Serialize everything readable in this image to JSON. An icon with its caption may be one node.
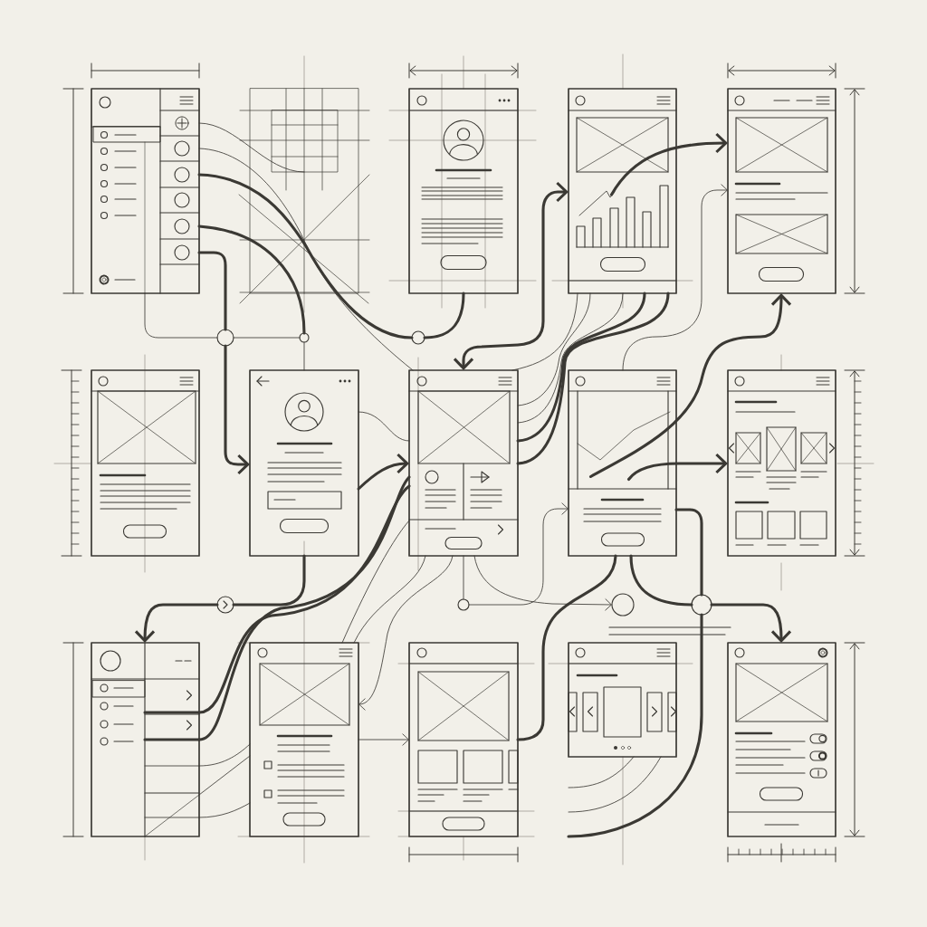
{
  "diagram": {
    "nodes": [
      {
        "text": [],
        "shape": "box"
      },
      {
        "text": [],
        "shape": "box"
      },
      {
        "text": [],
        "shape": "box"
      },
      {
        "text": [],
        "shape": "box"
      },
      {
        "text": [],
        "shape": "circle"
      },
      {
        "text": [],
        "shape": "circle"
      },
      {
        "text": [],
        "shape": "circle"
      },
      {
        "text": [],
        "shape": "box"
      },
      {
        "text": [],
        "shape": "box"
      },
      {
        "text": [],
        "shape": "box"
      },
      {
        "text": [],
        "shape": "box"
      },
      {
        "text": [],
        "shape": "box"
      },
      {
        "text": [],
        "shape": "circle"
      },
      {
        "text": [],
        "shape": "circle"
      },
      {
        "text": [],
        "shape": "circle"
      },
      {
        "text": [],
        "shape": "circle"
      },
      {
        "text": [],
        "shape": "box"
      },
      {
        "text": [],
        "shape": "box"
      },
      {
        "text": [],
        "shape": "box"
      },
      {
        "text": [],
        "shape": "box"
      },
      {
        "text": [],
        "shape": "box"
      }
    ],
    "edges": [
      {
        "from": 0,
        "to": 4,
        "arrow": "none",
        "style": "thick"
      },
      {
        "from": 4,
        "to": 8,
        "arrow": "to",
        "style": "thick"
      },
      {
        "from": 0,
        "to": 6,
        "arrow": "none",
        "style": "thick"
      },
      {
        "from": 6,
        "to": 1,
        "arrow": "none",
        "style": "thick"
      },
      {
        "from": 0,
        "to": 5,
        "arrow": "none",
        "style": "thick"
      },
      {
        "from": 0,
        "to": 4,
        "arrow": "none"
      },
      {
        "from": 4,
        "to": 5,
        "arrow": "none"
      },
      {
        "from": 5,
        "to": 8,
        "arrow": "none"
      },
      {
        "from": 0,
        "to": 9,
        "arrow": "none"
      },
      {
        "from": 0,
        "to": null,
        "arrow": "none"
      },
      {
        "from": 9,
        "to": 2,
        "arrow": "both",
        "style": "thick"
      },
      {
        "from": 2,
        "to": 3,
        "arrow": "to",
        "style": "thick"
      },
      {
        "from": 10,
        "to": 3,
        "arrow": "to"
      },
      {
        "from": 10,
        "to": 3,
        "arrow": "to",
        "style": "thick"
      },
      {
        "from": 10,
        "to": 11,
        "arrow": "to",
        "style": "thick"
      },
      {
        "from": 9,
        "to": 13,
        "arrow": "none"
      },
      {
        "from": 13,
        "to": 10,
        "arrow": "to"
      },
      {
        "from": 9,
        "to": 14,
        "arrow": "to"
      },
      {
        "from": 10,
        "to": 15,
        "arrow": "none",
        "style": "thick"
      },
      {
        "from": 10,
        "to": 15,
        "arrow": "none",
        "style": "thick"
      },
      {
        "from": 15,
        "to": 20,
        "arrow": "to",
        "style": "thick"
      },
      {
        "from": 15,
        "to": null,
        "arrow": "none",
        "style": "thick"
      },
      {
        "from": 10,
        "to": 18,
        "arrow": "none",
        "style": "thick"
      },
      {
        "from": 8,
        "to": 12,
        "arrow": "none",
        "style": "thick"
      },
      {
        "from": 12,
        "to": 16,
        "arrow": "to",
        "style": "thick"
      },
      {
        "from": 17,
        "to": 18,
        "arrow": "to"
      },
      {
        "from": 9,
        "to": 17,
        "arrow": "to"
      },
      {
        "from": 8,
        "to": 9,
        "arrow": "to",
        "style": "thick"
      },
      {
        "from": 8,
        "to": 9,
        "arrow": "none"
      },
      {
        "from": 16,
        "to": 9,
        "arrow": "none",
        "style": "thick"
      },
      {
        "from": 16,
        "to": 9,
        "arrow": "none",
        "style": "thick"
      },
      {
        "from": 9,
        "to": 2,
        "arrow": "none"
      },
      {
        "from": 9,
        "to": 2,
        "arrow": "none"
      },
      {
        "from": 9,
        "to": 2,
        "arrow": "none",
        "style": "thick"
      },
      {
        "from": 9,
        "to": 2,
        "arrow": "none",
        "style": "thick"
      },
      {
        "from": 16,
        "to": 17,
        "arrow": "none"
      },
      {
        "from": 16,
        "to": 17,
        "arrow": "none"
      },
      {
        "from": 19,
        "to": null,
        "arrow": "none"
      },
      {
        "from": 19,
        "to": null,
        "arrow": "none"
      },
      {
        "from": 9,
        "to": 17,
        "arrow": "none"
      },
      {
        "from": 9,
        "to": 17,
        "arrow": "none"
      },
      {
        "from": 2,
        "to": 9,
        "arrow": "none"
      },
      {
        "from": 16,
        "to": 17,
        "arrow": "none"
      }
    ]
  }
}
